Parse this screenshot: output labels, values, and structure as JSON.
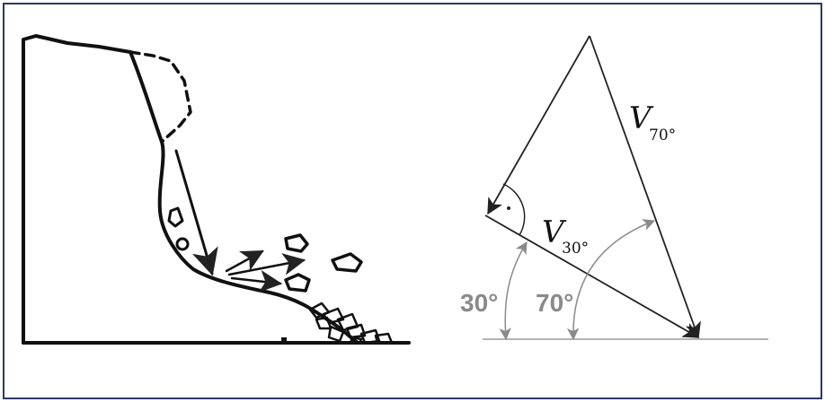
{
  "figure": {
    "border_color": "#2c3a66",
    "vectors": [
      {
        "symbol": "V",
        "subscript": "70°"
      },
      {
        "symbol": "V",
        "subscript": "30°"
      }
    ],
    "angles": [
      {
        "label": "30°"
      },
      {
        "label": "70°"
      }
    ],
    "angle_color": "#8a8a8a",
    "icons": {
      "rockfall": "slope-rockfall-sketch",
      "right_angle": "right-angle-dot-icon"
    }
  }
}
